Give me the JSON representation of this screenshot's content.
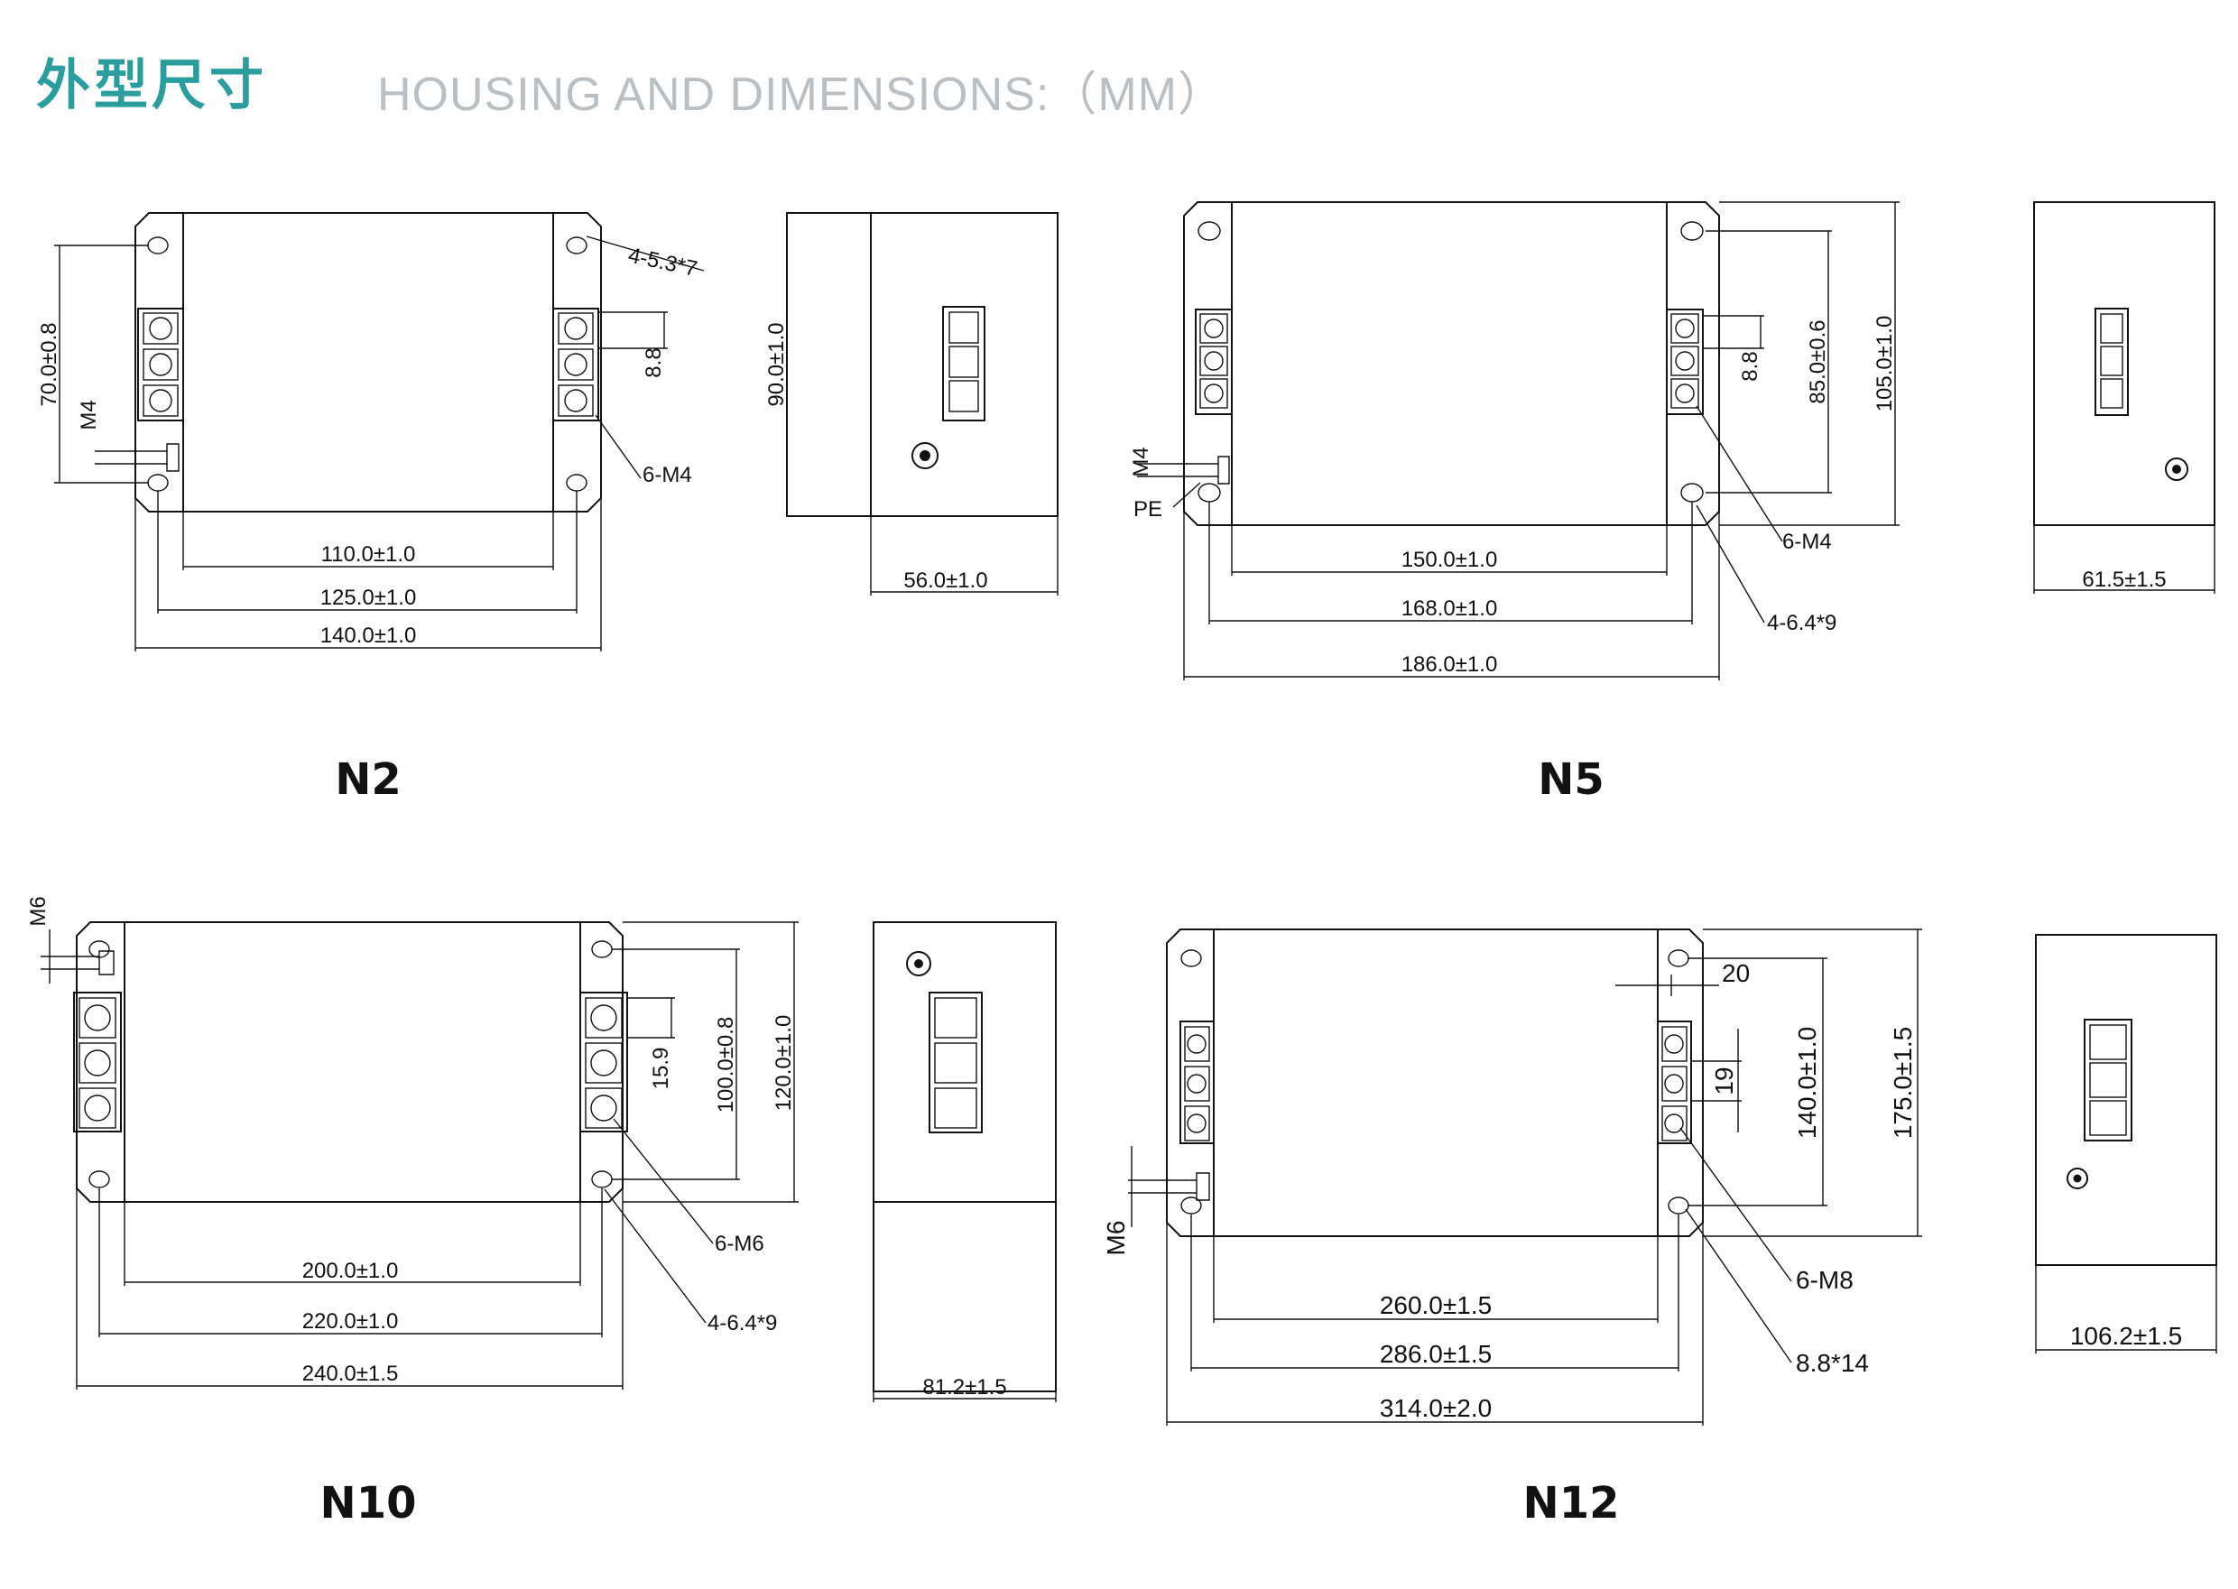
{
  "header": {
    "title_cn": "外型尺寸",
    "title_en": "HOUSING AND DIMENSIONS:（MM）"
  },
  "colors": {
    "accent": "#2a9d9f",
    "subtitle": "#b9bfc2",
    "line": "#111111"
  },
  "models": {
    "n2": {
      "label": "N2",
      "dims": {
        "w_inner": "110.0±1.0",
        "w_holes": "125.0±1.0",
        "w_total": "140.0±1.0",
        "h_holes": "70.0±0.8",
        "h_total": "90.0±1.0",
        "depth": "56.0±1.0",
        "pitch": "8.8",
        "ground": "M4",
        "terminals": "6-M4",
        "holes": "4-5.3*7"
      }
    },
    "n5": {
      "label": "N5",
      "dims": {
        "w_inner": "150.0±1.0",
        "w_holes": "168.0±1.0",
        "w_total": "186.0±1.0",
        "h_holes": "85.0±0.6",
        "h_total": "105.0±1.0",
        "depth": "61.5±1.5",
        "pitch": "8.8",
        "ground": "M4",
        "pe": "PE",
        "terminals": "6-M4",
        "holes": "4-6.4*9"
      }
    },
    "n10": {
      "label": "N10",
      "dims": {
        "w_inner": "200.0±1.0",
        "w_holes": "220.0±1.0",
        "w_total": "240.0±1.5",
        "h_holes": "100.0±0.8",
        "h_total": "120.0±1.0",
        "depth": "81.2±1.5",
        "pitch": "15.9",
        "ground": "M6",
        "terminals": "6-M6",
        "holes": "4-6.4*9"
      }
    },
    "n12": {
      "label": "N12",
      "dims": {
        "w_inner": "260.0±1.5",
        "w_holes": "286.0±1.5",
        "w_total": "314.0±2.0",
        "h_holes": "140.0±1.0",
        "h_total": "175.0±1.5",
        "depth": "106.2±1.5",
        "pitch": "19",
        "edge": "20",
        "ground": "M6",
        "terminals": "6-M8",
        "holes": "8.8*14"
      }
    }
  }
}
